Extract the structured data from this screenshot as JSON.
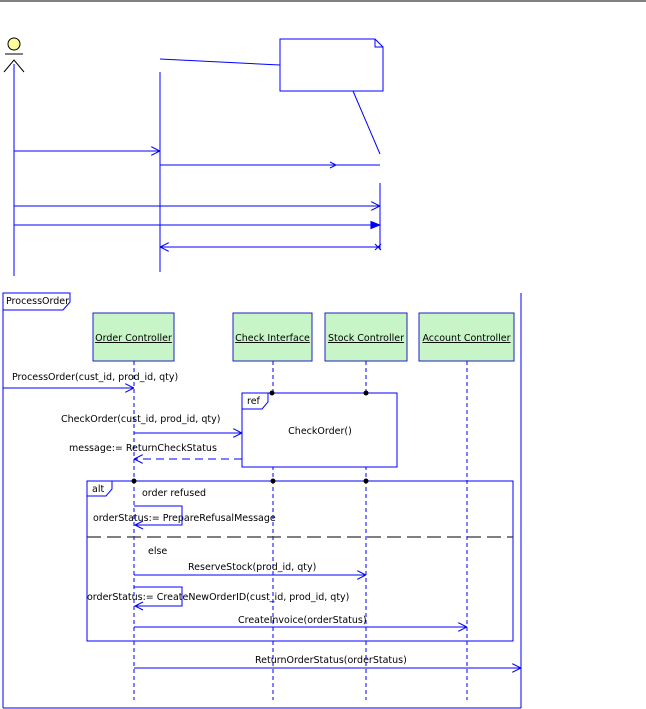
{
  "colors": {
    "line": "#0000ff",
    "object_fill": "#c8f5c8",
    "object_stroke": "#2020c0",
    "actor_fill": "#ffff99",
    "text": "#000000"
  },
  "frame": {
    "title": "ProcessOrder"
  },
  "lifelines": [
    {
      "id": "order",
      "label": "Order Controller"
    },
    {
      "id": "check",
      "label": "Check Interface"
    },
    {
      "id": "stock",
      "label": "Stock Controller"
    },
    {
      "id": "account",
      "label": "Account Controller"
    }
  ],
  "messages": {
    "process_order": "ProcessOrder(cust_id, prod_id, qty)",
    "check_order": "CheckOrder(cust_id, prod_id, qty)",
    "return_check": "message:= ReturnCheckStatus",
    "prepare_refusal": "orderStatus:= PrepareRefusalMessage",
    "reserve_stock": "ReserveStock(prod_id, qty)",
    "create_order_id": "orderStatus:= CreateNewOrderID(cust_id, prod_id, qty)",
    "create_invoice": "CreateInvoice(orderStatus)",
    "return_order_status": "ReturnOrderStatus(orderStatus)"
  },
  "ref_fragment": {
    "tag": "ref",
    "body": "CheckOrder()"
  },
  "alt_fragment": {
    "tag": "alt",
    "guard1": "order refused",
    "guard2": "else"
  }
}
